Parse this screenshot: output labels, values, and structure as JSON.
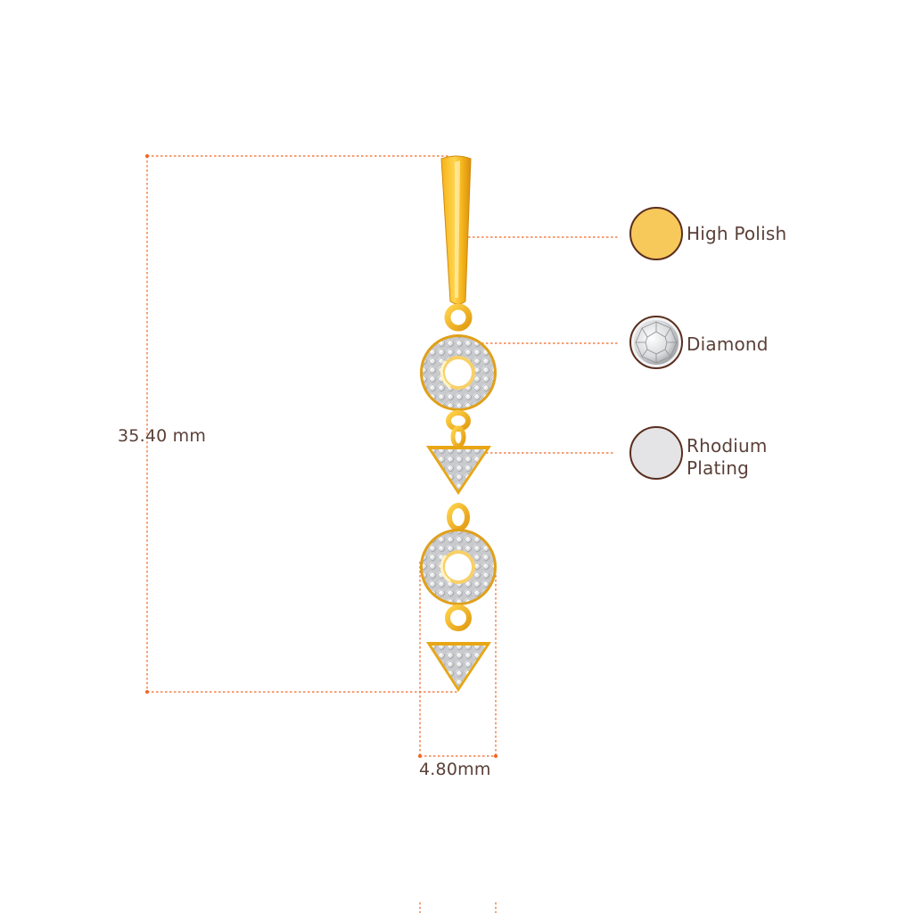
{
  "dimensions": {
    "height_label": "35.40 mm",
    "width_label": "4.80mm"
  },
  "legend": [
    {
      "id": "high-polish",
      "label": "High Polish",
      "swatch_color": "#f7c85a",
      "icon": "gold-swatch-icon"
    },
    {
      "id": "diamond",
      "label": "Diamond",
      "swatch_color": "#e8e8ea",
      "icon": "diamond-swatch-icon"
    },
    {
      "id": "rhodium",
      "label": "Rhodium\nPlating",
      "line1": "Rhodium",
      "line2": "Plating",
      "swatch_color": "#e4e4e6",
      "icon": "rhodium-swatch-icon"
    }
  ],
  "colors": {
    "guide_line": "#f26522",
    "swatch_border": "#5a2e1e",
    "gold": "#f0b21a",
    "text": "#5a4038"
  }
}
